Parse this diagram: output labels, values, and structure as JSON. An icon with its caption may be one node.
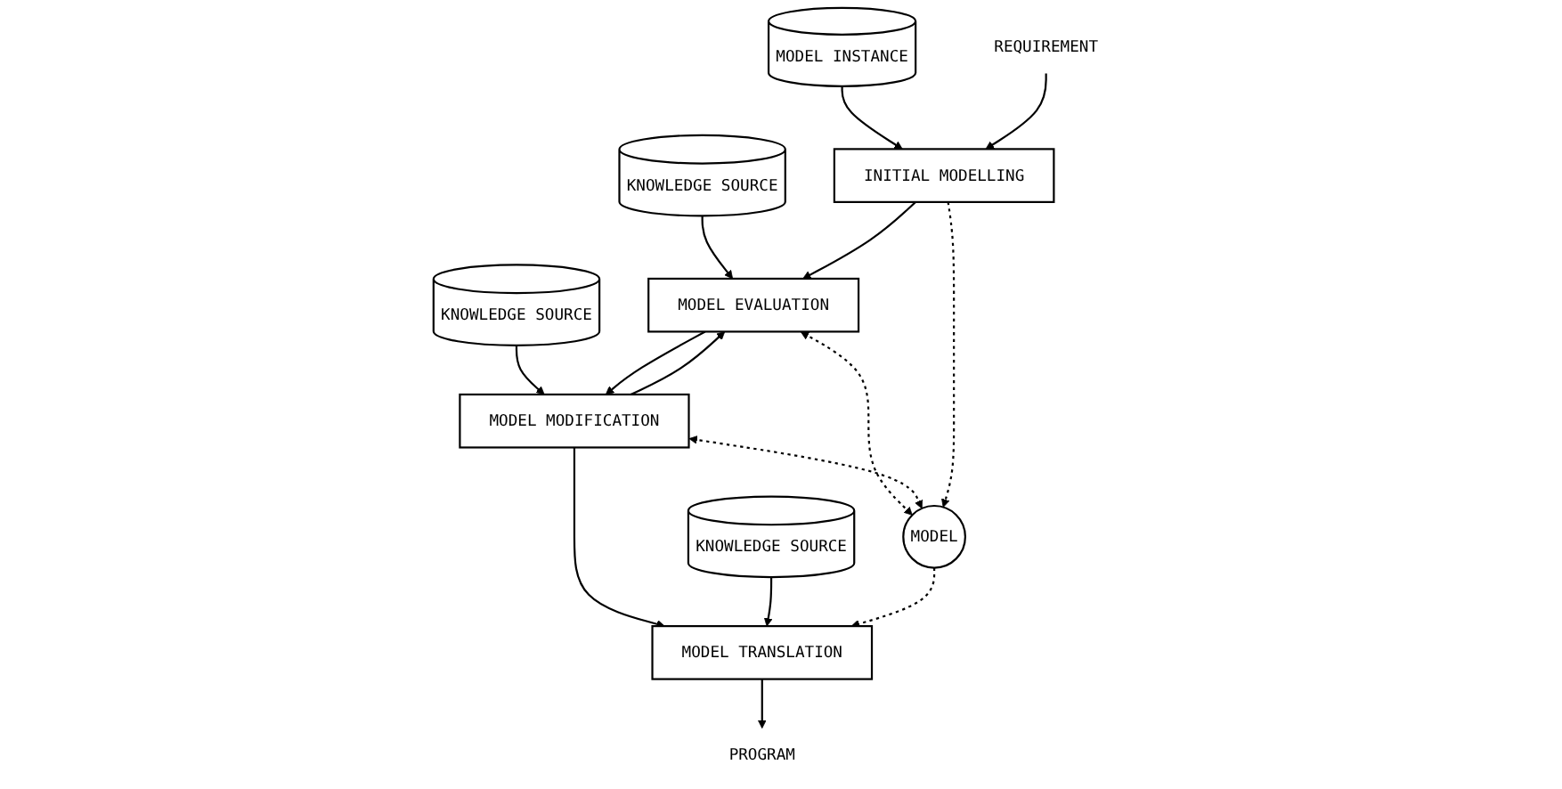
{
  "diagram": {
    "nodes": [
      {
        "text": [
          "KNOWLEDGE SOURCE"
        ]
      },
      {
        "text": [
          "KNOWLEDGE SOURCE"
        ]
      },
      {
        "text": [
          "MODEL INSTANCE"
        ]
      },
      {
        "text": [
          "MODEL EVALUATION"
        ]
      },
      {
        "text": [
          "MODEL MODIFICATION"
        ]
      },
      {
        "text": [
          "KNOWLEDGE SOURCE"
        ]
      },
      {
        "text": [
          "INITIAL MODELLING"
        ]
      },
      {
        "text": [
          "MODEL"
        ]
      },
      {
        "text": [
          "MODEL TRANSLATION"
        ]
      },
      {
        "text": [
          "REQUIREMENT"
        ]
      },
      {
        "text": [
          "PROGRAM"
        ]
      }
    ],
    "edges": [
      {
        "from": 0,
        "to": 3,
        "arrow": "to"
      },
      {
        "from": 1,
        "to": 4,
        "arrow": "to"
      },
      {
        "from": 3,
        "to": 4,
        "arrow": "to"
      },
      {
        "from": 4,
        "to": 3,
        "arrow": "to"
      },
      {
        "from": 2,
        "to": 6,
        "arrow": "to"
      },
      {
        "from": 6,
        "to": 3,
        "arrow": "to"
      },
      {
        "from": 3,
        "to": 7,
        "arrow": "both",
        "style": "dashed"
      },
      {
        "from": 4,
        "to": 7,
        "arrow": "both",
        "style": "dashed"
      },
      {
        "from": 4,
        "to": 8,
        "arrow": "to"
      },
      {
        "from": 5,
        "to": 8,
        "arrow": "to"
      },
      {
        "from": 6,
        "to": 7,
        "arrow": "to",
        "style": "dashed"
      },
      {
        "from": 7,
        "to": 8,
        "arrow": "to",
        "style": "dashed"
      },
      {
        "from": 9,
        "to": 6,
        "arrow": "to"
      },
      {
        "from": 8,
        "to": 10,
        "arrow": "to"
      }
    ]
  }
}
